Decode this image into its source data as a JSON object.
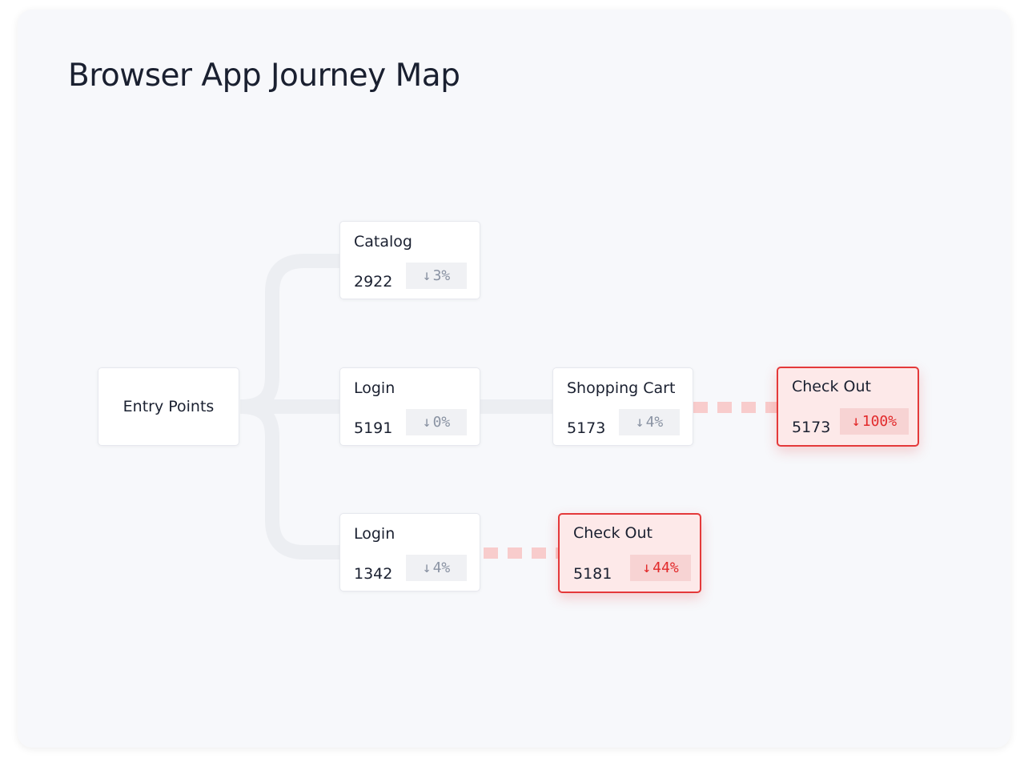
{
  "title": "Browser App Journey Map",
  "entry": {
    "label": "Entry Points"
  },
  "nodes": [
    {
      "id": "catalog",
      "label": "Catalog",
      "count": "2922",
      "change": "3%",
      "status": "normal"
    },
    {
      "id": "login-a",
      "label": "Login",
      "count": "5191",
      "change": "0%",
      "status": "normal"
    },
    {
      "id": "shopping-cart",
      "label": "Shopping Cart",
      "count": "5173",
      "change": "4%",
      "status": "normal"
    },
    {
      "id": "checkout-a",
      "label": "Check Out",
      "count": "5173",
      "change": "100%",
      "status": "alert"
    },
    {
      "id": "login-b",
      "label": "Login",
      "count": "1342",
      "change": "4%",
      "status": "normal"
    },
    {
      "id": "checkout-b",
      "label": "Check Out",
      "count": "5181",
      "change": "44%",
      "status": "alert"
    }
  ],
  "icons": {
    "change": "arrow-down-icon"
  },
  "colors": {
    "connector": "#eceef2",
    "alert_connector": "#f8cccc",
    "alert_border": "#e4393a",
    "alert_bg": "#fde9e9"
  }
}
